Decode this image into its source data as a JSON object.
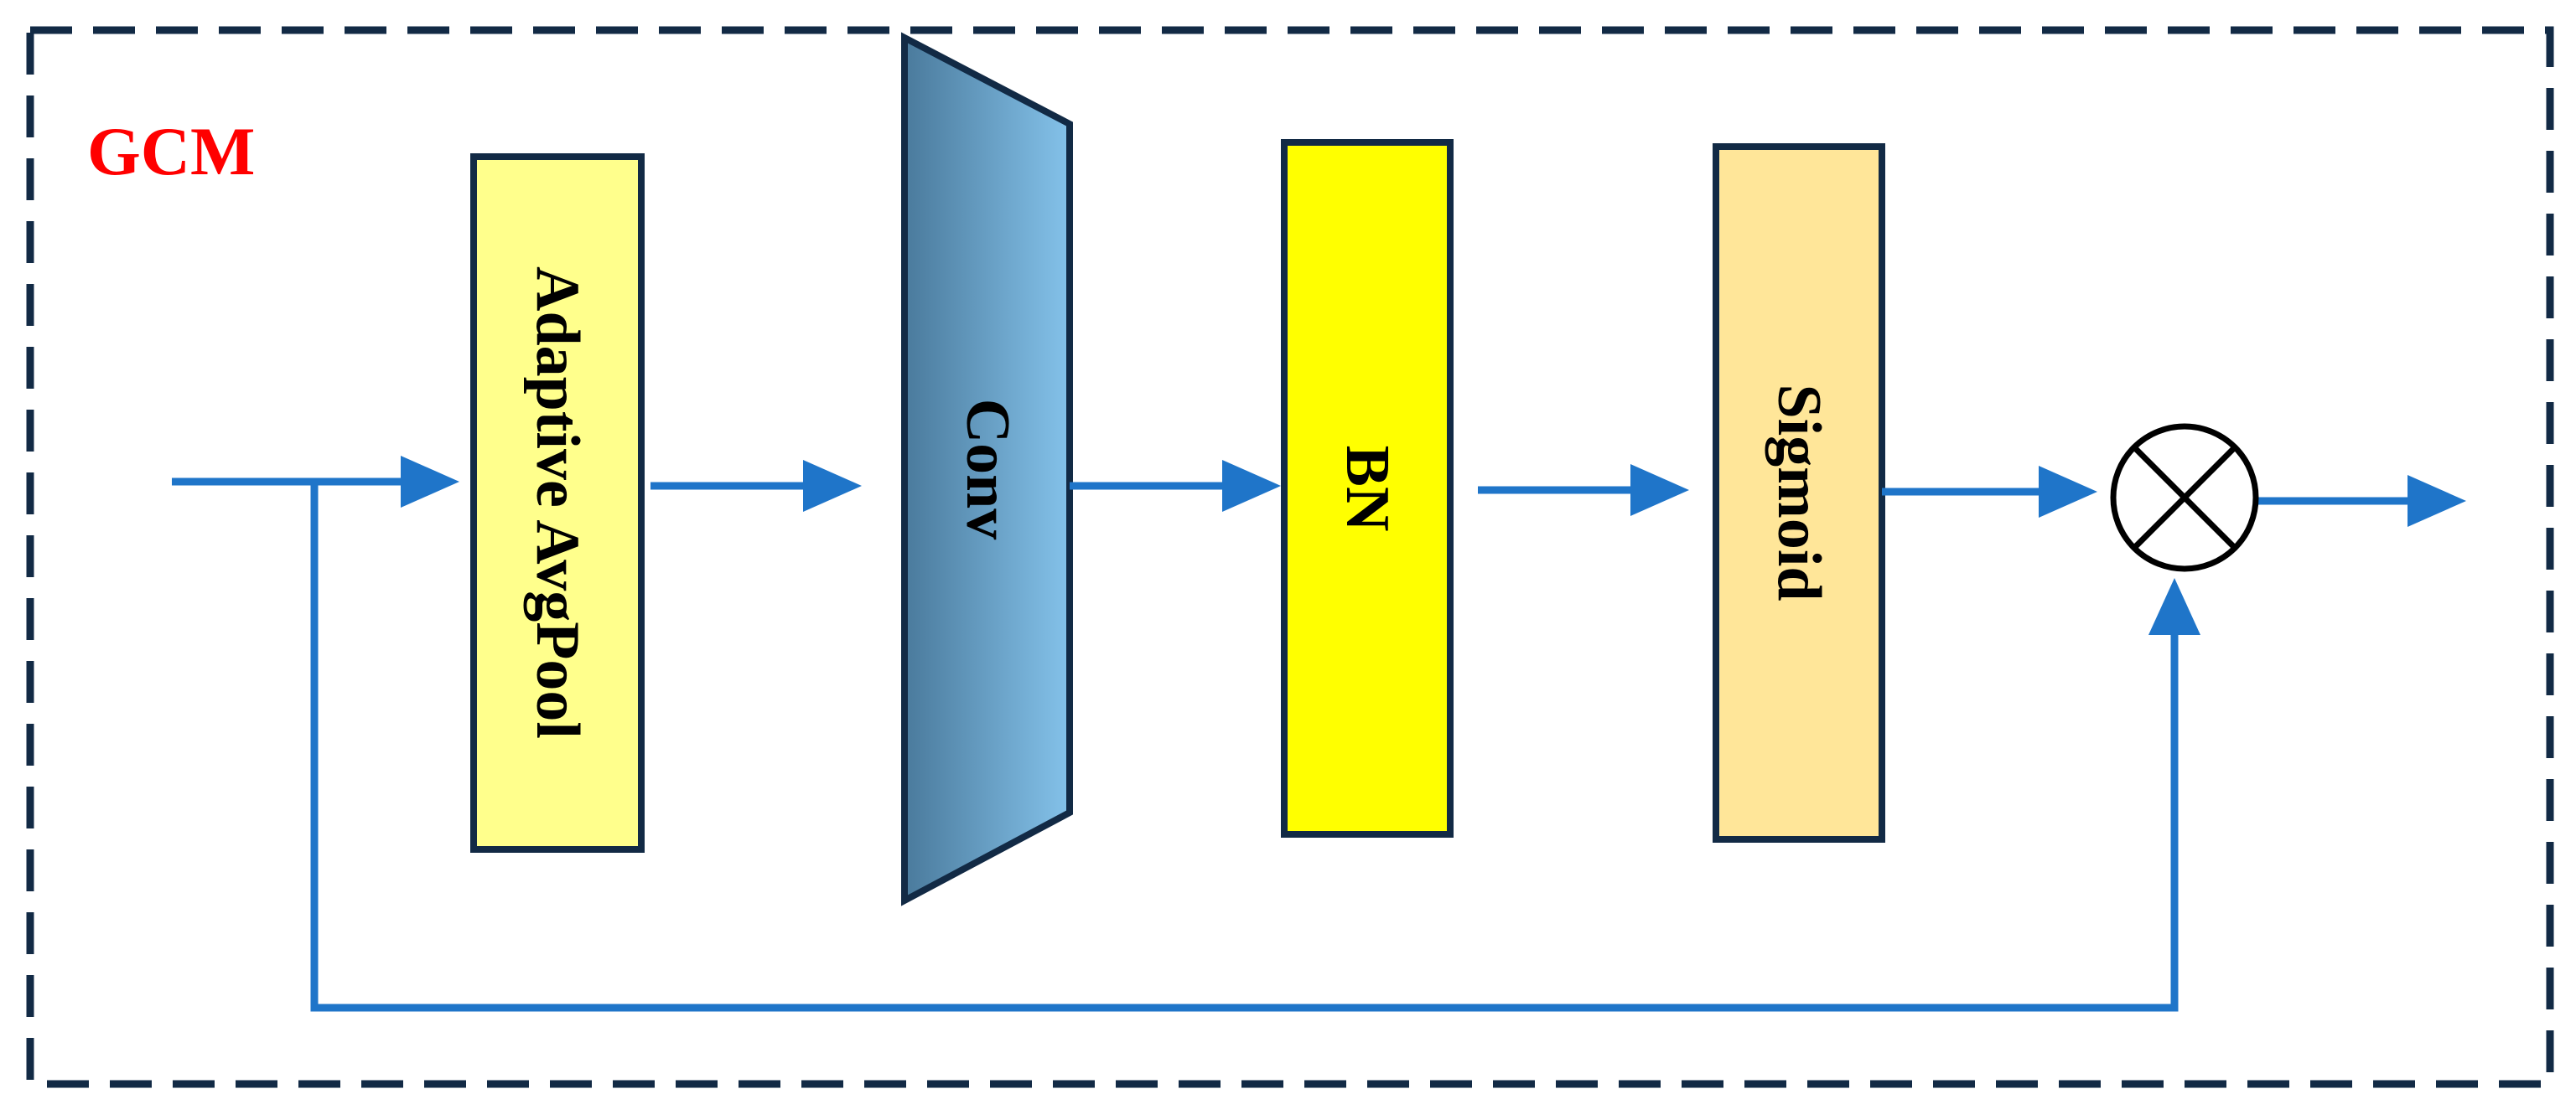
{
  "diagram": {
    "title": "GCM",
    "blocks": {
      "avgpool": "Adaptive AvgPool",
      "conv": "Conv",
      "bn": "BN",
      "sigmoid": "Sigmoid"
    },
    "operator": "multiply"
  },
  "colors": {
    "frame": "#122a45",
    "title": "#ff0000",
    "arrow": "#1f75c9",
    "block_border": "#122a45",
    "avgpool_fill": "#ffff8c",
    "conv_fill_dark": "#4a7a9c",
    "conv_fill_light": "#84c2ea",
    "bn_fill": "#ffff00",
    "sigmoid_fill": "#ffe699",
    "operator_stroke": "#000000"
  }
}
